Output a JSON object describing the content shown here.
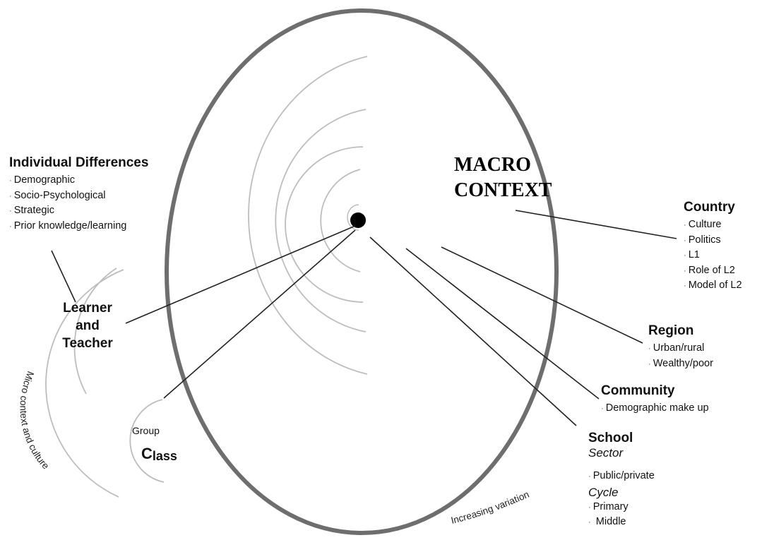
{
  "macro": {
    "line1": "MACRO",
    "line2": "CONTEXT"
  },
  "individual": {
    "title": "Individual Differences",
    "items": [
      "Demographic",
      "Socio-Psychological",
      "Strategic",
      "Prior knowledge/learning"
    ]
  },
  "learner": {
    "line1": "Learner",
    "line2": "and",
    "line3": "Teacher"
  },
  "group": "Group",
  "class_label": {
    "first": "C",
    "rest": "lass"
  },
  "micro": "Micro context and culture",
  "increasing": "Increasing variation",
  "country": {
    "title": "Country",
    "items": [
      "Culture",
      "Politics",
      "L1",
      "Role of L2",
      "Model of L2"
    ]
  },
  "region": {
    "title": "Region",
    "items": [
      "Urban/rural",
      "Wealthy/poor"
    ]
  },
  "community": {
    "title": "Community",
    "items": [
      "Demographic make up"
    ]
  },
  "school": {
    "title": "School",
    "sector_title": "Sector",
    "sector_items": [
      "Public/private"
    ],
    "cycle_title": "Cycle",
    "cycle_items": [
      "Primary",
      " Middle"
    ]
  }
}
